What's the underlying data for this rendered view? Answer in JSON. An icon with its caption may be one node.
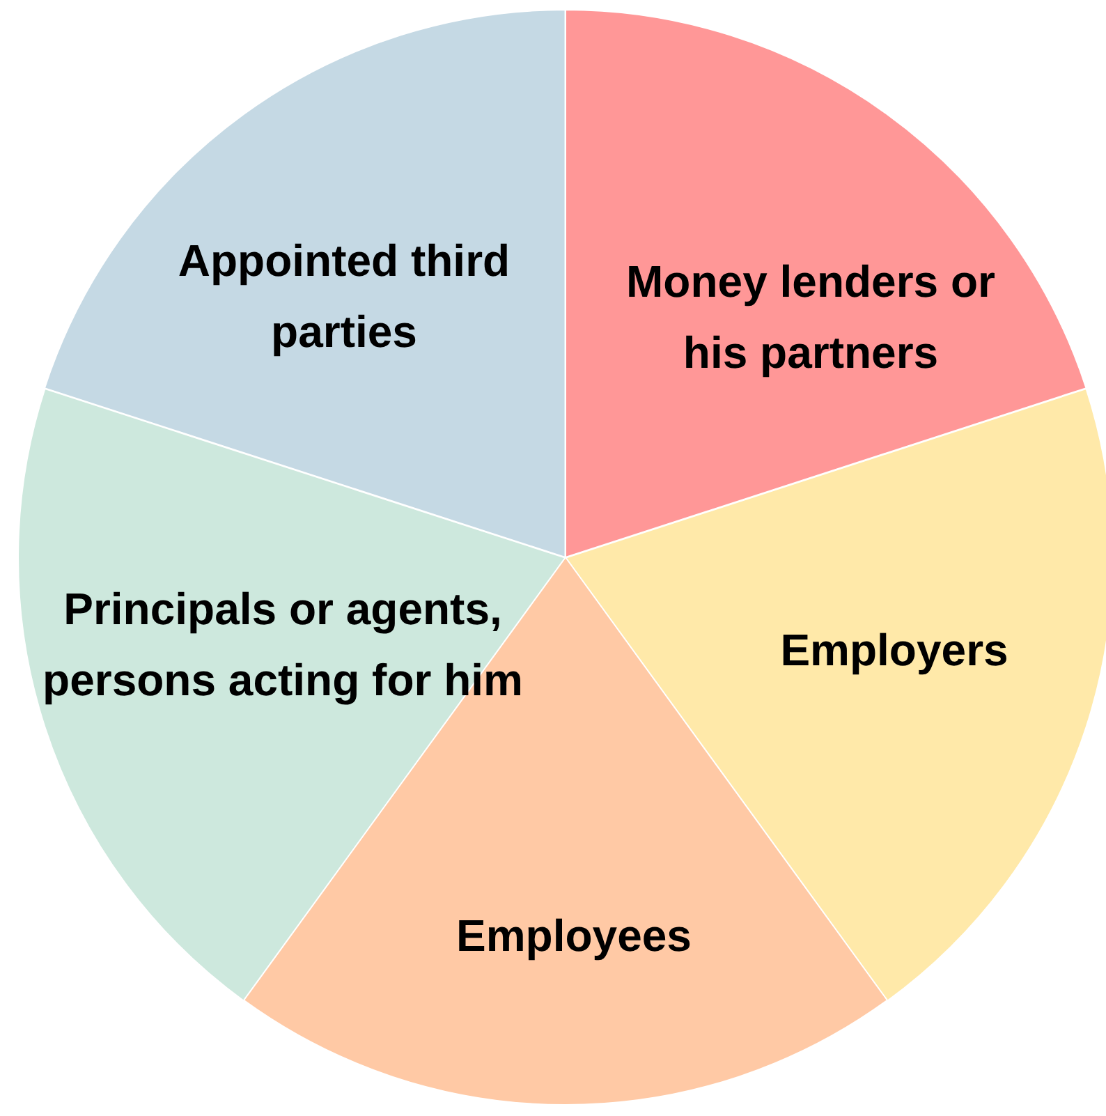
{
  "diagram": {
    "nodes": [
      {
        "text": [
          "Appointed third parties"
        ]
      },
      {
        "text": [
          "Money lenders or his partners"
        ]
      },
      {
        "text": [
          "Principals or agents, persons acting for him"
        ]
      },
      {
        "text": [
          "Employers"
        ]
      },
      {
        "text": [
          "Employees"
        ]
      }
    ]
  }
}
